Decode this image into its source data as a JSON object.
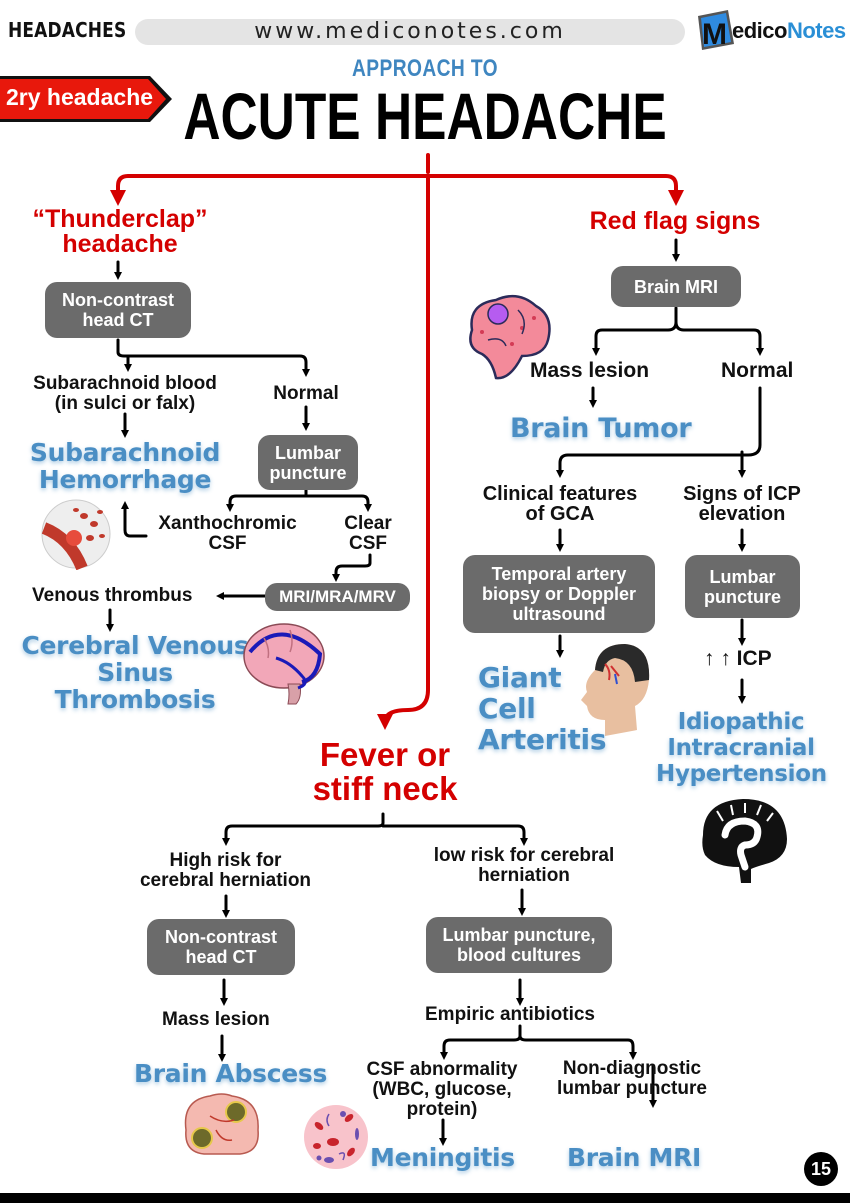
{
  "header": {
    "section": "HEADACHES",
    "url": "www.mediconotes.com",
    "logo": {
      "letter": "M",
      "brand_dark": "edico",
      "brand_blue": "Notes"
    }
  },
  "tag": {
    "label": "2ry headache",
    "color": "#e8180c"
  },
  "title": {
    "small": "APPROACH TO",
    "big": "ACUTE HEADACHE"
  },
  "colors": {
    "red": "#d40000",
    "dx_blue": "#4a8ec4",
    "box_gray": "#6b6b6b"
  },
  "thunderclap": {
    "heading": [
      "“Thunderclap”",
      "headache"
    ],
    "ct_box": [
      "Non-contrast",
      "head CT"
    ],
    "sah_blood": [
      "Subarachnoid blood",
      "(in sulci or falx)"
    ],
    "normal": "Normal",
    "lp_box": [
      "Lumbar",
      "puncture"
    ],
    "xantho": [
      "Xanthochromic",
      "CSF"
    ],
    "clear": [
      "Clear",
      "CSF"
    ],
    "mri_box": "MRI/MRA/MRV",
    "venous": "Venous thrombus",
    "dx_sah": [
      "Subarachnoid",
      "Hemorrhage"
    ],
    "dx_cvst": [
      "Cerebral Venous",
      "Sinus Thrombosis"
    ]
  },
  "redflag": {
    "heading": "Red flag signs",
    "mri_box": "Brain MRI",
    "mass": "Mass lesion",
    "normal": "Normal",
    "dx_tumor": "Brain Tumor",
    "gca_features": [
      "Clinical features",
      "of GCA"
    ],
    "icp_signs": [
      "Signs of ICP",
      "elevation"
    ],
    "ta_box": [
      "Temporal artery",
      "biopsy or Doppler",
      "ultrasound"
    ],
    "lp_box": [
      "Lumbar",
      "puncture"
    ],
    "icp_up": "↑ ↑  ICP",
    "dx_gca": [
      "Giant",
      "Cell",
      "Arteritis"
    ],
    "dx_iih": [
      "Idiopathic",
      "Intracranial",
      "Hypertension"
    ]
  },
  "fever": {
    "heading": [
      "Fever or",
      "stiff neck"
    ],
    "high_risk": [
      "High risk for",
      "cerebral herniation"
    ],
    "low_risk": [
      "low risk for cerebral",
      "herniation"
    ],
    "ct_box": [
      "Non-contrast",
      "head CT"
    ],
    "lp_box": [
      "Lumbar puncture,",
      "blood cultures"
    ],
    "mass": "Mass lesion",
    "antibiotics": "Empiric antibiotics",
    "csf_abn": [
      "CSF abnormality",
      "(WBC, glucose,",
      "protein)"
    ],
    "nondiag": [
      "Non-diagnostic",
      "lumbar puncture"
    ],
    "dx_abscess": "Brain Abscess",
    "dx_meningitis": "Meningitis",
    "dx_mri": "Brain MRI"
  },
  "page_number": "15"
}
